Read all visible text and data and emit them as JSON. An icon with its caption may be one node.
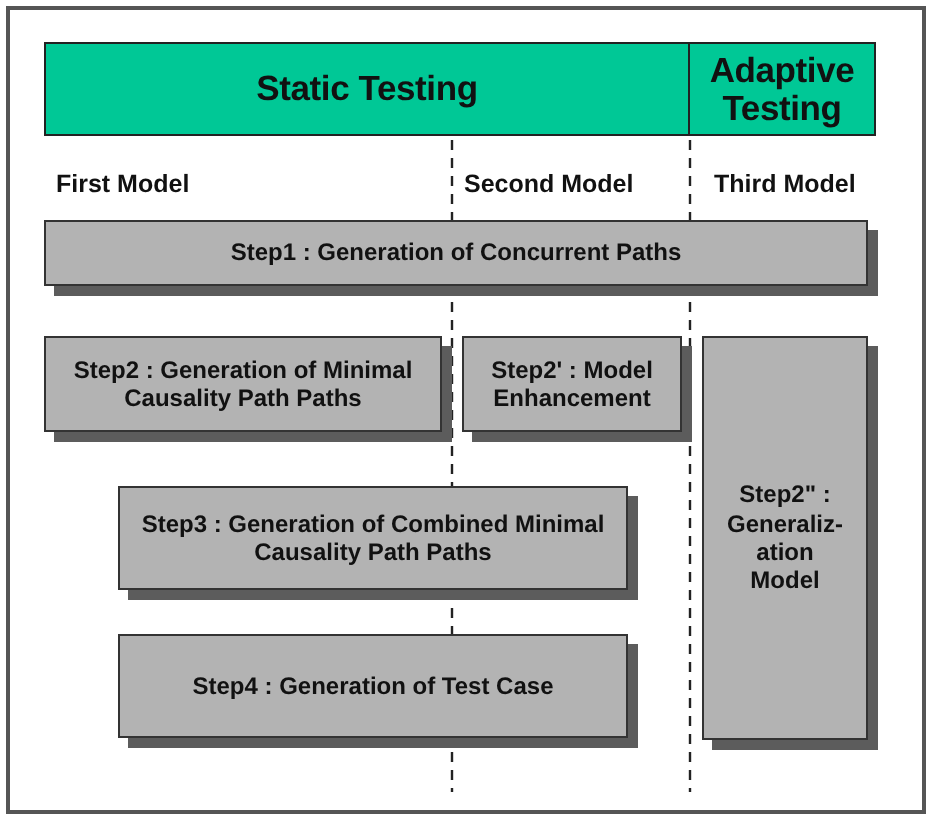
{
  "diagram": {
    "nodes": [
      {
        "text": [
          "Static Testing"
        ]
      },
      {
        "text": [
          "Adaptive Testing"
        ]
      },
      {
        "text": [
          "Step1 : Generation of Concurrent Paths"
        ]
      },
      {
        "text": [
          "Step2 : Generation of Minimal Causality Path Paths"
        ]
      },
      {
        "text": [
          "Step2' : Model Enhancement"
        ]
      },
      {
        "text": [
          "Step2\" : Generaliz- ation Model"
        ]
      },
      {
        "text": [
          "Step3 : Generation of Combined Minimal Causality Path Paths"
        ]
      },
      {
        "text": [
          "Step4 : Generation of Test Case"
        ]
      }
    ],
    "labels": [
      "First Model",
      "Second Model",
      "Third Model"
    ]
  }
}
